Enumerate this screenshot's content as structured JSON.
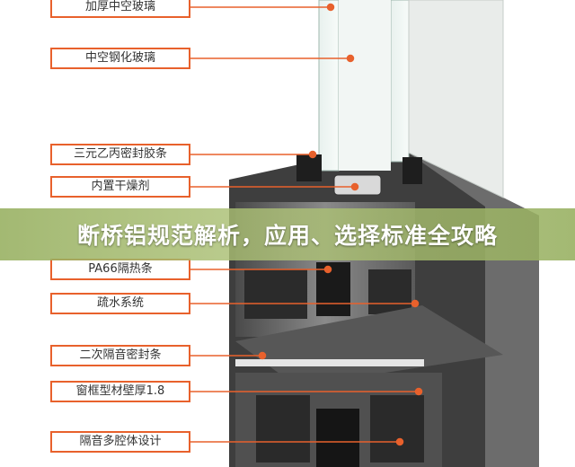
{
  "banner": {
    "title": "断桥铝规范解析，应用、选择标准全攻略"
  },
  "labels": [
    "加厚中空玻璃",
    "中空钢化玻璃",
    "三元乙丙密封胶条",
    "内置干燥剂",
    "PA66隔热条",
    "疏水系统",
    "二次隔音密封条",
    "窗框型材壁厚1.8",
    "隔音多腔体设计"
  ],
  "colors": {
    "accent": "#e8612c",
    "banner": "#9db266"
  }
}
